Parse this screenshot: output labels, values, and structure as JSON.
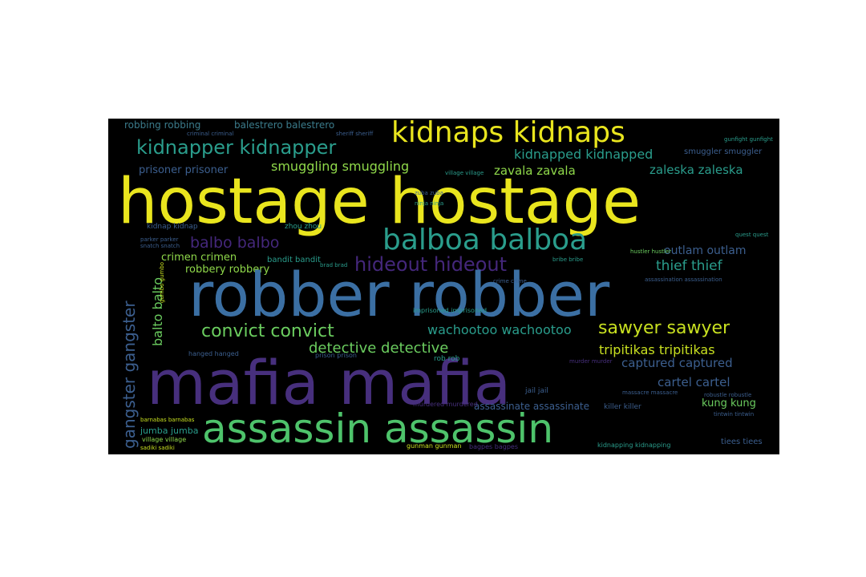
{
  "cloud": {
    "background": "#000000",
    "words": [
      {
        "text": "robbing robbing",
        "color": "#3b7c8c"
      },
      {
        "text": "balestrero balestrero",
        "color": "#3b7c8c"
      },
      {
        "text": "kidnaps kidnaps",
        "color": "#e9e51e"
      },
      {
        "text": "kidnapper kidnapper",
        "color": "#2a9d8c"
      },
      {
        "text": "kidnapped kidnapped",
        "color": "#2a9d8c"
      },
      {
        "text": "smuggling smuggling",
        "color": "#8fd84a"
      },
      {
        "text": "prisoner prisoner",
        "color": "#3c5f8f"
      },
      {
        "text": "zavala zavala",
        "color": "#8fd84a"
      },
      {
        "text": "zaleska zaleska",
        "color": "#2a9d8c"
      },
      {
        "text": "hostage hostage",
        "color": "#e9e51e"
      },
      {
        "text": "balbo balbo",
        "color": "#44277b"
      },
      {
        "text": "balboa balboa",
        "color": "#2a9d8c"
      },
      {
        "text": "hideout hideout",
        "color": "#44277b"
      },
      {
        "text": "outlam outlam",
        "color": "#3c5f8f"
      },
      {
        "text": "thief thief",
        "color": "#2a9d8c"
      },
      {
        "text": "crimen crimen",
        "color": "#8fd84a"
      },
      {
        "text": "robbery robbery",
        "color": "#8fd84a"
      },
      {
        "text": "robber robber",
        "color": "#3b6fa3"
      },
      {
        "text": "convict convict",
        "color": "#6bcd5f"
      },
      {
        "text": "wachootoo wachootoo",
        "color": "#2a9d8c"
      },
      {
        "text": "sawyer sawyer",
        "color": "#c8e020"
      },
      {
        "text": "detective detective",
        "color": "#6bcd5f"
      },
      {
        "text": "tripitikas tripitikas",
        "color": "#c8e020"
      },
      {
        "text": "captured captured",
        "color": "#3c5f8f"
      },
      {
        "text": "mafia mafia",
        "color": "#472f7d"
      },
      {
        "text": "cartel cartel",
        "color": "#3c5f8f"
      },
      {
        "text": "kung kung",
        "color": "#6bcd5f"
      },
      {
        "text": "assassin assassin",
        "color": "#4ec36b"
      },
      {
        "text": "gangster gangster",
        "color": "#3c5f8f"
      },
      {
        "text": "balto balto",
        "color": "#6bcd5f"
      },
      {
        "text": "kidnap kidnap",
        "color": "#3c5f8f"
      },
      {
        "text": "zhou zhou",
        "color": "#2a9d8c"
      },
      {
        "text": "bandit bandit",
        "color": "#2a9d8c"
      },
      {
        "text": "assassinate assassinate",
        "color": "#3c5f8f"
      },
      {
        "text": "jumba jumba",
        "color": "#2a9d8c"
      },
      {
        "text": "village village",
        "color": "#8fd84a"
      },
      {
        "text": "tiees tiees",
        "color": "#3c5f8f"
      },
      {
        "text": "kidnapping kidnapping",
        "color": "#2a9d8c"
      },
      {
        "text": "smuggler smuggler",
        "color": "#3c5f8f"
      },
      {
        "text": "jail jail",
        "color": "#3c5f8f"
      },
      {
        "text": "killer killer",
        "color": "#3c5f8f"
      },
      {
        "text": "murdered murdered",
        "color": "#472f7d"
      },
      {
        "text": "imprisoned imprisoned",
        "color": "#2a9d8c"
      },
      {
        "text": "hanged hanged",
        "color": "#3c5f8f"
      },
      {
        "text": "prison prison",
        "color": "#3c5f8f"
      },
      {
        "text": "rob rob",
        "color": "#2a9d8c"
      },
      {
        "text": "bagpes bagpes",
        "color": "#472f7d"
      },
      {
        "text": "gunman gunman",
        "color": "#c8e020"
      },
      {
        "text": "criminal criminal",
        "color": "#3c5f8f"
      },
      {
        "text": "sheriff sheriff",
        "color": "#3c5f8f"
      },
      {
        "text": "ninja ninja",
        "color": "#2a9d8c"
      },
      {
        "text": "zuba zuba",
        "color": "#3c5f8f"
      },
      {
        "text": "hustler hustler",
        "color": "#6bcd5f"
      },
      {
        "text": "gunfight gunfight",
        "color": "#2a9d8c"
      },
      {
        "text": "bribe bribe",
        "color": "#2a9d8c"
      },
      {
        "text": "crime crime",
        "color": "#3c5f8f"
      },
      {
        "text": "murder murder",
        "color": "#472f7d"
      },
      {
        "text": "barnabas barnabas",
        "color": "#c8e020"
      },
      {
        "text": "sadiki sadiki",
        "color": "#c8e020"
      },
      {
        "text": "brad brad",
        "color": "#2a9d8c"
      },
      {
        "text": "gumbo gumbo",
        "color": "#c8e020"
      },
      {
        "text": "quest quest",
        "color": "#2a9d8c"
      },
      {
        "text": "assassination assassination",
        "color": "#3c5f8f"
      },
      {
        "text": "robustle robustle",
        "color": "#3c5f8f"
      },
      {
        "text": "massacre massacre",
        "color": "#3c5f8f"
      },
      {
        "text": "tintwin tintwin",
        "color": "#3c5f8f"
      },
      {
        "text": "village village",
        "color": "#2a9d8c"
      },
      {
        "text": "parker parker",
        "color": "#3c5f8f"
      },
      {
        "text": "snatch snatch",
        "color": "#3c5f8f"
      }
    ]
  }
}
